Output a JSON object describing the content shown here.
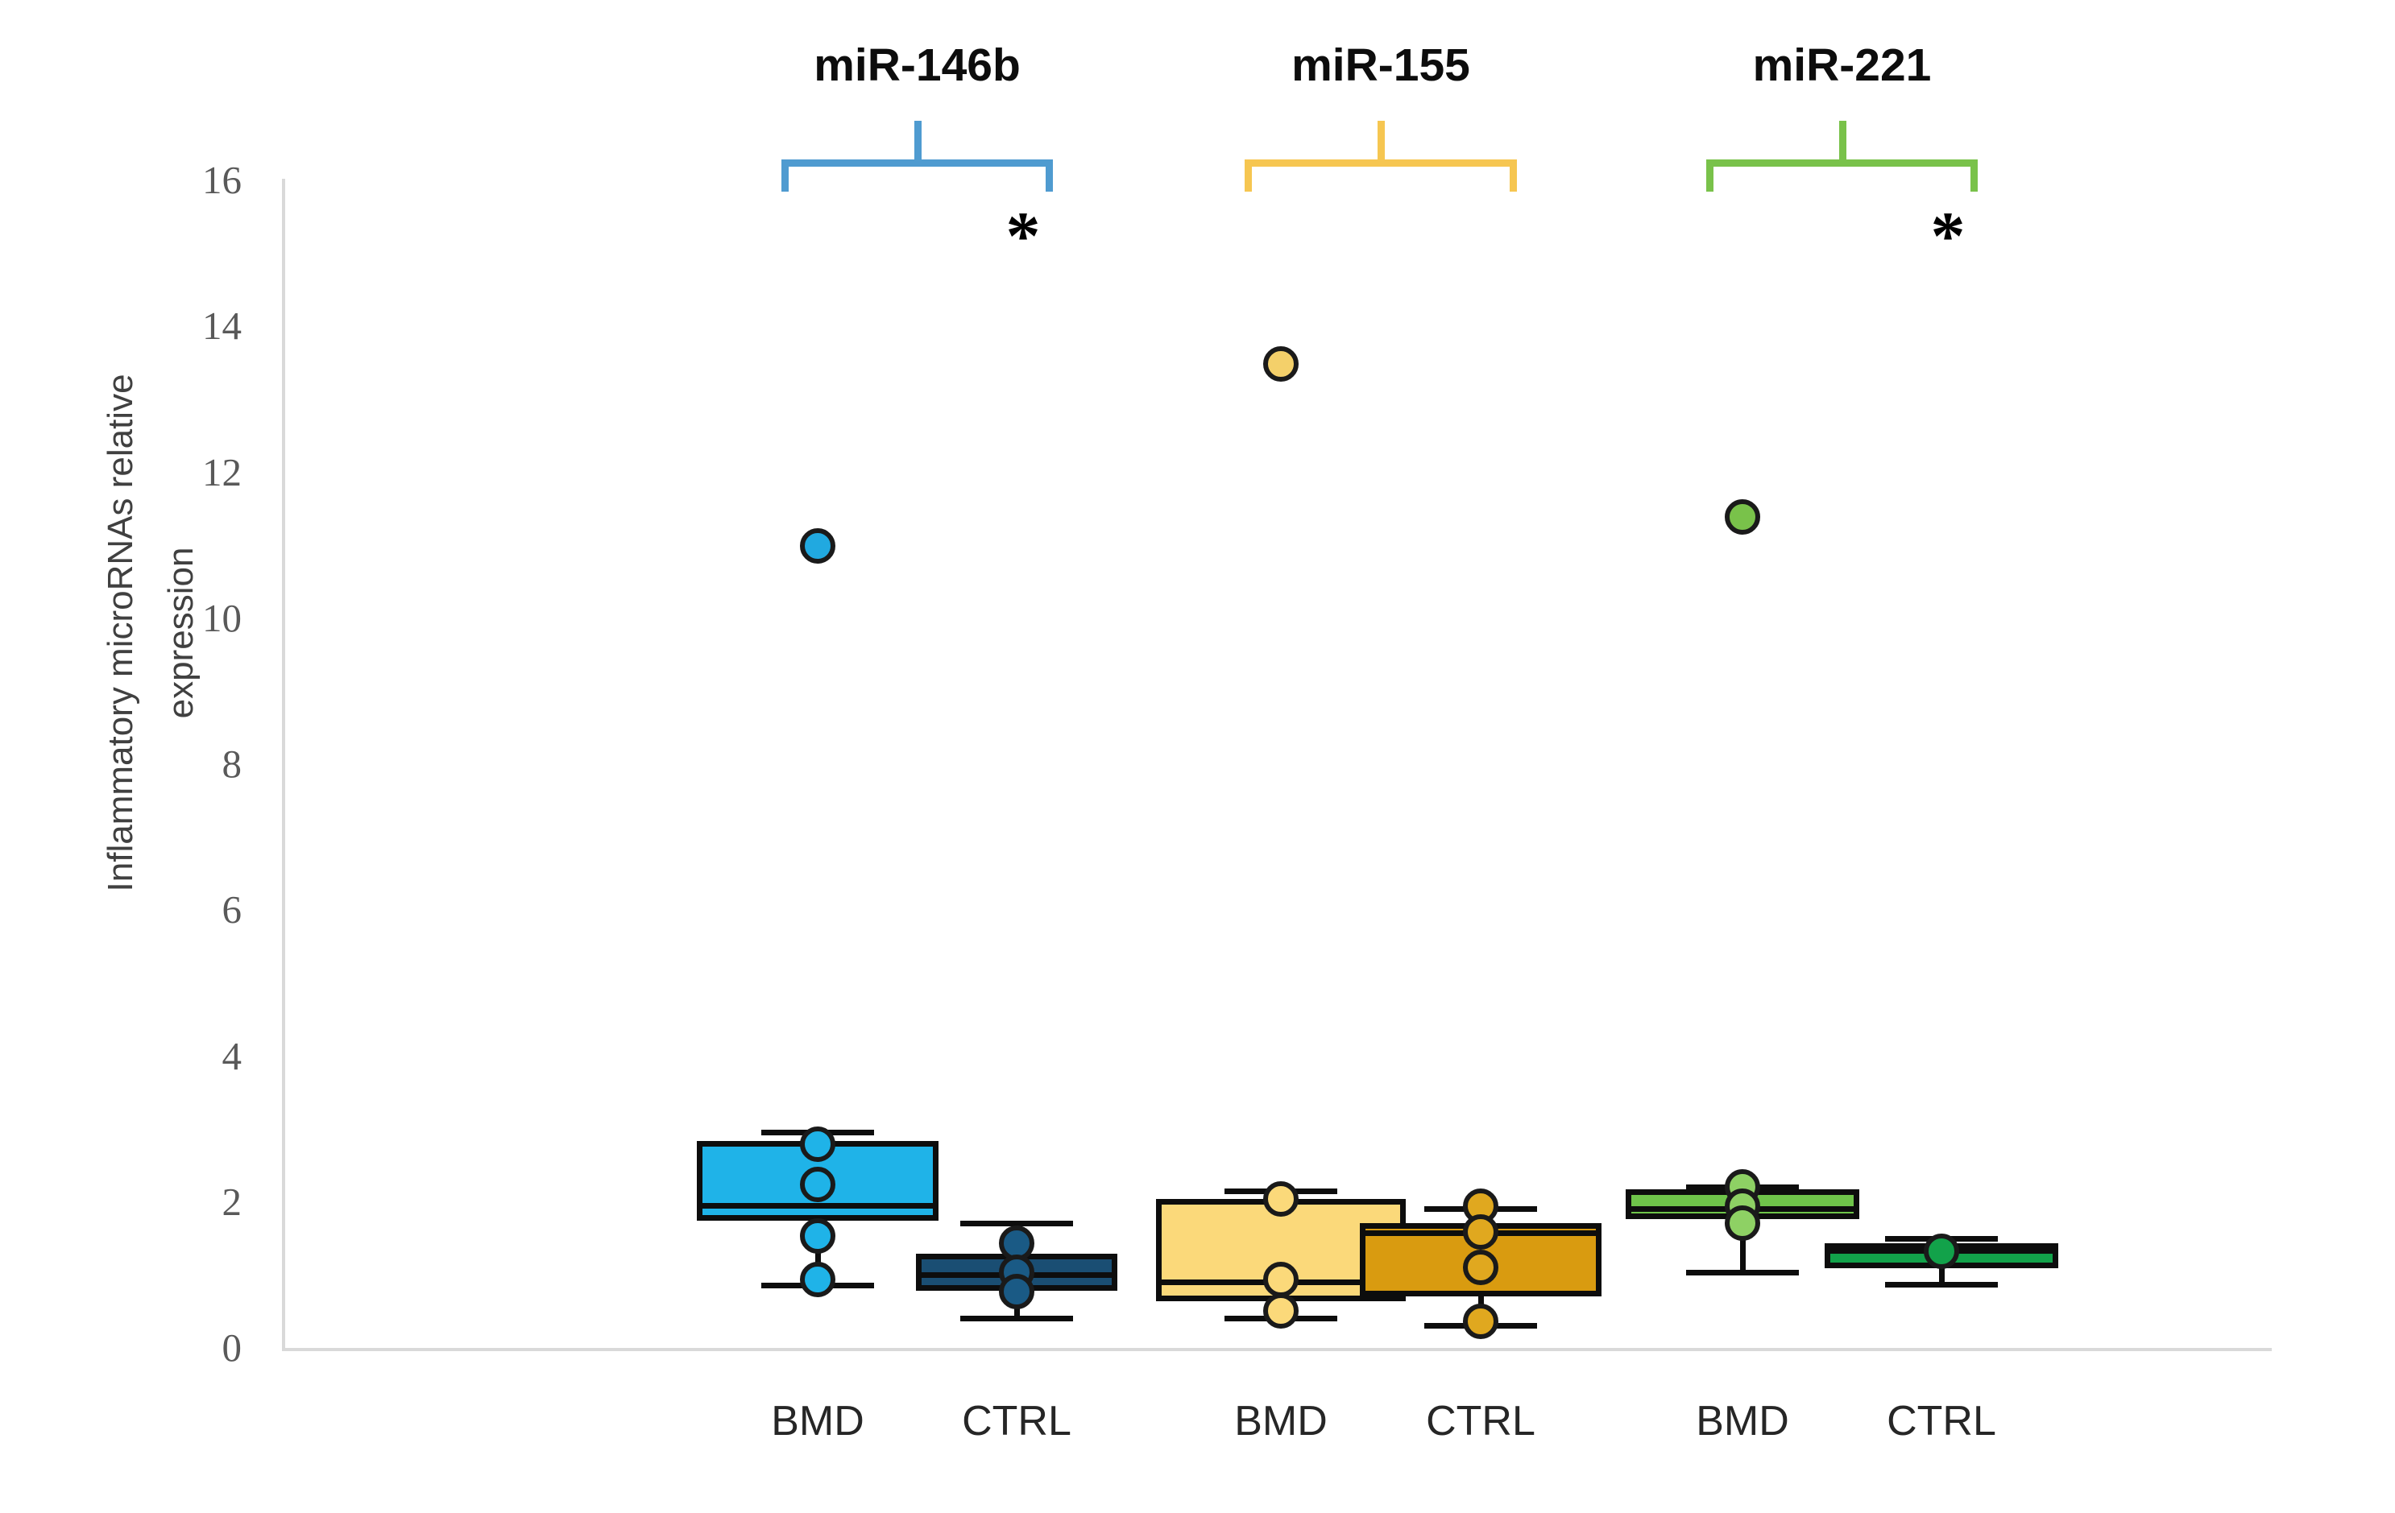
{
  "chart_data": {
    "type": "box",
    "title": "",
    "xlabel": "",
    "ylabel": "Inflammatory microRNAs relative expression",
    "ylabel_line1": "Inflammatory microRNAs relative",
    "ylabel_line2": "expression",
    "ylim": [
      0,
      16
    ],
    "ytick_labels": [
      "16",
      "14",
      "12",
      "10",
      "8",
      "6",
      "4",
      "2",
      "0"
    ],
    "ytick_values": [
      16,
      14,
      12,
      10,
      8,
      6,
      4,
      2,
      0
    ],
    "grid": false,
    "legend": "none",
    "groups": [
      {
        "name": "miR-146b",
        "bracket_color": "#4f9bd0",
        "significance": "*",
        "significant": true,
        "boxes": [
          {
            "category": "BMD",
            "fill": "#1fb3e8",
            "stroke": "#0d0d0d",
            "min": 0.9,
            "q1": 1.75,
            "median": 2.0,
            "q3": 2.85,
            "max": 3.0,
            "points": [
              2.8,
              2.25,
              1.55,
              0.95
            ],
            "point_fill": "#1fb3e8",
            "outliers": [
              11.0
            ],
            "outlier_fill": "#21a9e0"
          },
          {
            "category": "CTRL",
            "fill": "#1a4e73",
            "stroke": "#0d0d0d",
            "min": 0.45,
            "q1": 0.8,
            "median": 1.05,
            "q3": 1.3,
            "max": 1.75,
            "points": [
              1.45,
              1.05,
              0.78
            ],
            "point_fill": "#1a5a85",
            "outliers": [],
            "outlier_fill": "#1a5a85"
          }
        ]
      },
      {
        "name": "miR-155",
        "bracket_color": "#f6c651",
        "significance": "",
        "significant": false,
        "boxes": [
          {
            "category": "BMD",
            "fill": "#fbd97a",
            "stroke": "#0d0d0d",
            "min": 0.45,
            "q1": 0.65,
            "median": 0.95,
            "q3": 2.05,
            "max": 2.2,
            "points": [
              2.05,
              0.95,
              0.52
            ],
            "point_fill": "#fbd97a",
            "outliers": [
              13.5
            ],
            "outlier_fill": "#f4d06a"
          },
          {
            "category": "CTRL",
            "fill": "#d99b10",
            "stroke": "#0d0d0d",
            "min": 0.35,
            "q1": 0.72,
            "median": 1.62,
            "q3": 1.72,
            "max": 1.95,
            "points": [
              1.95,
              1.6,
              1.12,
              0.38
            ],
            "point_fill": "#e0a81f",
            "outliers": [],
            "outlier_fill": "#e0a81f"
          }
        ]
      },
      {
        "name": "miR-221",
        "bracket_color": "#79c24a",
        "significance": "*",
        "significant": true,
        "boxes": [
          {
            "category": "BMD",
            "fill": "#6fc44a",
            "stroke": "#0d0d0d",
            "min": 1.08,
            "q1": 1.78,
            "median": 1.95,
            "q3": 2.18,
            "max": 2.25,
            "points": [
              2.22,
              1.95,
              1.72
            ],
            "point_fill": "#8ed164",
            "outliers": [
              11.4
            ],
            "outlier_fill": "#79c24a"
          },
          {
            "category": "CTRL",
            "fill": "#12a24a",
            "stroke": "#0d0d0d",
            "min": 0.92,
            "q1": 1.1,
            "median": 1.38,
            "q3": 1.45,
            "max": 1.55,
            "points": [
              1.33
            ],
            "point_fill": "#12a24a",
            "outliers": [],
            "outlier_fill": "#12a24a"
          }
        ]
      }
    ],
    "categories": [
      "BMD",
      "CTRL",
      "BMD",
      "CTRL",
      "BMD",
      "CTRL"
    ]
  }
}
